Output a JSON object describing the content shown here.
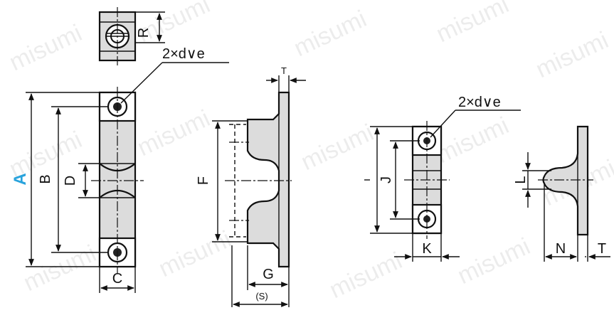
{
  "colors": {
    "line": "#111111",
    "part_fill": "#dcdcdc",
    "highlight": "#29a3dc",
    "watermark": "#000000"
  },
  "watermark": "misumi",
  "labels": {
    "A": "A",
    "B": "B",
    "C": "C",
    "D": "D",
    "R": "R",
    "F": "F",
    "G": "G",
    "S": "(S)",
    "T_top": "T",
    "hole_note_left": "2×d∨e",
    "hole_note_right": "2×d∨e",
    "J": "J",
    "K": "K",
    "L": "L",
    "N": "N",
    "T_right": "T"
  }
}
